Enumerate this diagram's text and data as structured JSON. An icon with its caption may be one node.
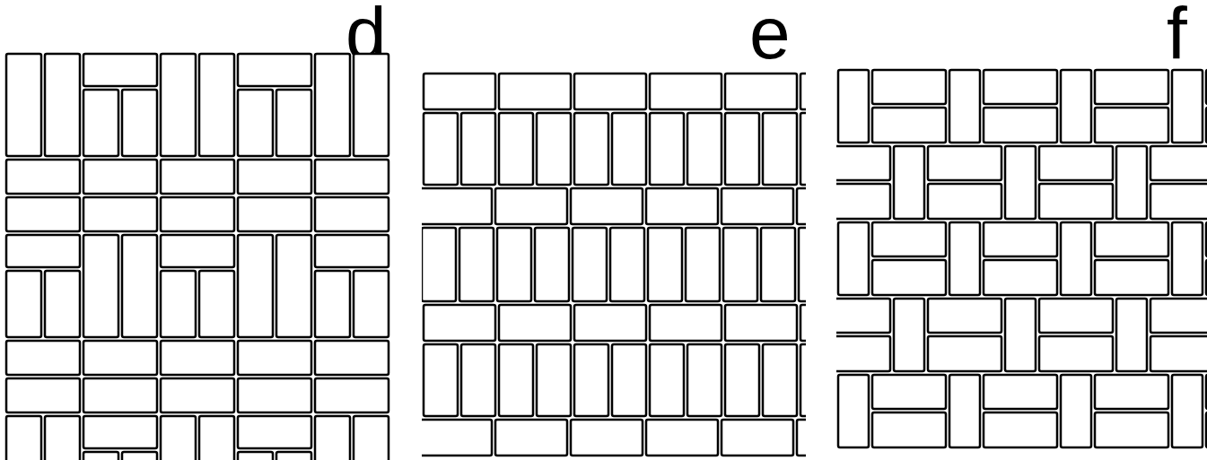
{
  "diagram": {
    "labels": [
      "d",
      "e",
      "f"
    ]
  }
}
